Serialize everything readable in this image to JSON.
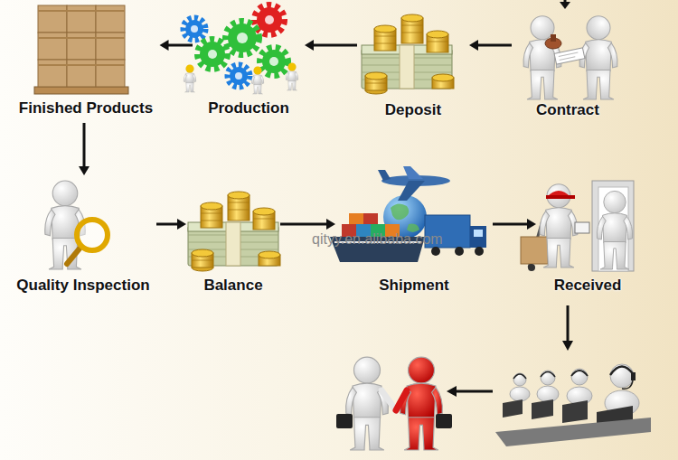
{
  "diagram": {
    "nodes": [
      {
        "text": [
          "Contract"
        ]
      },
      {
        "text": [
          "Deposit"
        ]
      },
      {
        "text": [
          "Production"
        ]
      },
      {
        "text": [
          "Finished Products"
        ]
      },
      {
        "text": [
          "Quality Inspection"
        ]
      },
      {
        "text": [
          "Balance"
        ]
      },
      {
        "text": [
          "Shipment"
        ]
      },
      {
        "text": [
          "Received"
        ]
      }
    ],
    "edges": [
      {
        "from": 0,
        "to": 1,
        "arrow": "to"
      },
      {
        "from": 1,
        "to": 2,
        "arrow": "to"
      },
      {
        "from": 2,
        "to": 3,
        "arrow": "to"
      },
      {
        "from": 3,
        "to": 4,
        "arrow": "to"
      },
      {
        "from": 4,
        "to": 5,
        "arrow": "to"
      },
      {
        "from": 5,
        "to": 6,
        "arrow": "to"
      },
      {
        "from": 6,
        "to": 7,
        "arrow": "to"
      }
    ],
    "labels": [
      "qityy.en.alibaba.com"
    ]
  }
}
